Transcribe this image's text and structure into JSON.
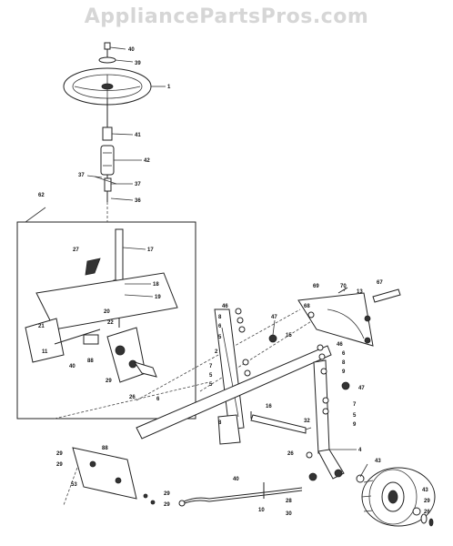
{
  "watermark": "AppliancePartsPros.com",
  "callouts": [
    {
      "id": "c40a",
      "text": "40"
    },
    {
      "id": "c39",
      "text": "39"
    },
    {
      "id": "c1",
      "text": "1"
    },
    {
      "id": "c41",
      "text": "41"
    },
    {
      "id": "c42",
      "text": "42"
    },
    {
      "id": "c37a",
      "text": "37"
    },
    {
      "id": "c37b",
      "text": "37"
    },
    {
      "id": "c36",
      "text": "36"
    },
    {
      "id": "c62",
      "text": "62"
    },
    {
      "id": "c27",
      "text": "27"
    },
    {
      "id": "c17",
      "text": "17"
    },
    {
      "id": "c18",
      "text": "18"
    },
    {
      "id": "c19",
      "text": "19"
    },
    {
      "id": "c20",
      "text": "20"
    },
    {
      "id": "c22",
      "text": "22"
    },
    {
      "id": "c21",
      "text": "21"
    },
    {
      "id": "c11",
      "text": "11"
    },
    {
      "id": "c40b",
      "text": "40"
    },
    {
      "id": "c88",
      "text": "88"
    },
    {
      "id": "c29a",
      "text": "29"
    },
    {
      "id": "c26a",
      "text": "26"
    },
    {
      "id": "c6a",
      "text": "6"
    },
    {
      "id": "c46a",
      "text": "46"
    },
    {
      "id": "c8a",
      "text": "8"
    },
    {
      "id": "c6b",
      "text": "6"
    },
    {
      "id": "c5a",
      "text": "5"
    },
    {
      "id": "c2",
      "text": "2"
    },
    {
      "id": "c7a",
      "text": "7"
    },
    {
      "id": "c5b",
      "text": "5"
    },
    {
      "id": "c5c",
      "text": "5"
    },
    {
      "id": "c47a",
      "text": "47"
    },
    {
      "id": "c15",
      "text": "15"
    },
    {
      "id": "c16",
      "text": "16"
    },
    {
      "id": "c69",
      "text": "69"
    },
    {
      "id": "c70",
      "text": "70"
    },
    {
      "id": "c13",
      "text": "13"
    },
    {
      "id": "c67",
      "text": "67"
    },
    {
      "id": "c68",
      "text": "68"
    },
    {
      "id": "c46b",
      "text": "46"
    },
    {
      "id": "c6c",
      "text": "6"
    },
    {
      "id": "c8b",
      "text": "8"
    },
    {
      "id": "c9a",
      "text": "9"
    },
    {
      "id": "c47b",
      "text": "47"
    },
    {
      "id": "c7b",
      "text": "7"
    },
    {
      "id": "c5d",
      "text": "5"
    },
    {
      "id": "c9b",
      "text": "9"
    },
    {
      "id": "c32",
      "text": "32"
    },
    {
      "id": "c4",
      "text": "4"
    },
    {
      "id": "c43a",
      "text": "43"
    },
    {
      "id": "c8c",
      "text": "8"
    },
    {
      "id": "c88b",
      "text": "88"
    },
    {
      "id": "c29b",
      "text": "29"
    },
    {
      "id": "c29c",
      "text": "29"
    },
    {
      "id": "c53",
      "text": "53"
    },
    {
      "id": "c29d",
      "text": "29"
    },
    {
      "id": "c29e",
      "text": "29"
    },
    {
      "id": "c40c",
      "text": "40"
    },
    {
      "id": "c26b",
      "text": "26"
    },
    {
      "id": "c10",
      "text": "10"
    },
    {
      "id": "c28",
      "text": "28"
    },
    {
      "id": "c30",
      "text": "30"
    },
    {
      "id": "c43b",
      "text": "43"
    },
    {
      "id": "c29f",
      "text": "29"
    },
    {
      "id": "c26c",
      "text": "26"
    }
  ]
}
